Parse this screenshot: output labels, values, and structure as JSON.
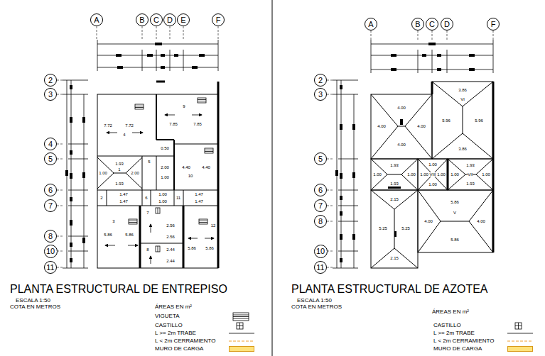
{
  "diagram": {
    "title": "PLANTA ESTRUCTURAL DE ENTREPISO",
    "nodes": [
      {
        "text": [
          "A"
        ]
      },
      {
        "text": [
          "B"
        ]
      },
      {
        "text": [
          "C"
        ]
      },
      {
        "text": [
          "D"
        ]
      },
      {
        "text": [
          "E"
        ]
      },
      {
        "text": [
          "F"
        ]
      },
      {
        "text": [
          "2"
        ]
      },
      {
        "text": [
          "3"
        ]
      },
      {
        "text": [
          "4"
        ]
      },
      {
        "text": [
          "5"
        ]
      },
      {
        "text": [
          "6"
        ]
      },
      {
        "text": [
          "7"
        ]
      },
      {
        "text": [
          "8"
        ]
      },
      {
        "text": [
          "10"
        ]
      },
      {
        "text": [
          "11"
        ]
      },
      {
        "text": [
          "A"
        ]
      },
      {
        "text": [
          "B"
        ]
      },
      {
        "text": [
          "C"
        ]
      },
      {
        "text": [
          "D"
        ]
      },
      {
        "text": [
          "F"
        ]
      },
      {
        "text": [
          "2"
        ]
      },
      {
        "text": [
          "3"
        ]
      },
      {
        "text": [
          "5"
        ]
      },
      {
        "text": [
          "6"
        ]
      },
      {
        "text": [
          "7"
        ]
      },
      {
        "text": [
          "8"
        ]
      },
      {
        "text": [
          "10"
        ]
      },
      {
        "text": [
          "11"
        ]
      }
    ],
    "labels": [
      "7.72",
      "7.72",
      "4",
      "9",
      "7.85",
      "7.85",
      "0.50",
      "1.93",
      "1",
      "1.00",
      "2.00",
      "1.93",
      "5",
      "2.00",
      "1.00",
      "4.40",
      "4.40",
      "10",
      "2",
      "1.47",
      "1.47",
      "6",
      "1.00",
      "1.00",
      "11",
      "1.47",
      "1.47",
      "3",
      "5.86",
      "5.86",
      "7",
      "2.56",
      "2.56",
      "8",
      "2.44",
      "2.44",
      "12",
      "5.86",
      "5.86",
      "4.00",
      "4.00",
      "4.00",
      "4.00",
      "3.86",
      "VI",
      "5.96",
      "5.96",
      "3.86",
      "1.93",
      "1.00",
      "1.00",
      "1.93",
      "1.00",
      "1.00",
      "VIII",
      "1.00",
      "1.00",
      "1.93",
      "1.00",
      "VII",
      "1.00",
      "1.93",
      "2.15",
      "5.25",
      "5.25",
      "2.15",
      "5.86",
      "V",
      "4.00",
      "4.00",
      "5.86",
      "PLANTA ESTRUCTURAL DE AZOTEA",
      "ESCALA 1:50",
      "COTA EN METROS",
      "ESCALA 1:50",
      "COTA EN METROS",
      "ÁREAS EN m²",
      "ÁREAS EN m²"
    ],
    "legend": [
      {
        "text": "VIGUETA"
      },
      {
        "text": "CASTILLO"
      },
      {
        "text": "L >= 2m TRABE"
      },
      {
        "text": "L < 2m CERRAMIENTO"
      },
      {
        "text": "MURO DE CARGA",
        "color": "#ffe27a"
      },
      {
        "text": "CASTILLO"
      },
      {
        "text": "L >= 2m TRABE"
      },
      {
        "text": "L < 2m CERRAMIENTO"
      },
      {
        "text": "MURO DE CARGA",
        "color": "#ffe27a"
      }
    ]
  }
}
